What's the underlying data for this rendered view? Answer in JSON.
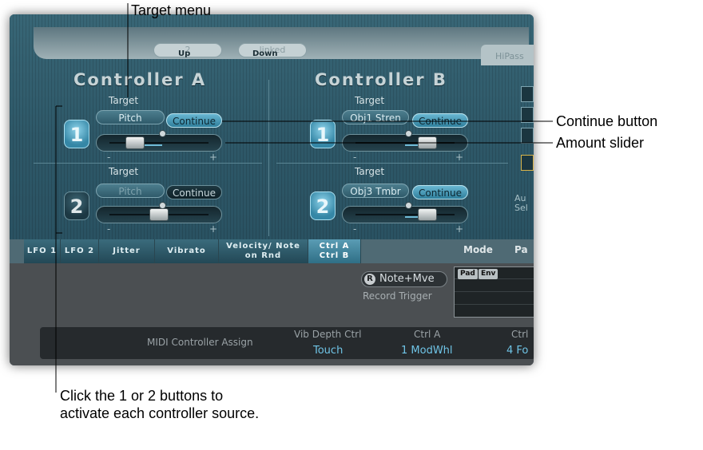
{
  "callouts": {
    "target_menu": "Target menu",
    "continue_button": "Continue button",
    "amount_slider": "Amount slider",
    "buttons_help": "Click the 1 or 2 buttons to activate each controller source."
  },
  "plugin": {
    "top_strip": {
      "field1": "2",
      "field2": "linked",
      "up": "Up",
      "down": "Down",
      "hipass": "HiPass"
    },
    "controller_a": {
      "title": "Controller A",
      "slot1": {
        "number": "1",
        "target_label": "Target",
        "target": "Pitch",
        "continue": "Continue",
        "active": true,
        "amount": 0.3
      },
      "slot2": {
        "number": "2",
        "target_label": "Target",
        "target": "Pitch",
        "continue": "Continue",
        "active": false,
        "amount": 0.5
      }
    },
    "controller_b": {
      "title": "Controller B",
      "slot1": {
        "number": "1",
        "target_label": "Target",
        "target": "Obj1 Stren",
        "continue": "Continue",
        "active": true,
        "amount": 0.7
      },
      "slot2": {
        "number": "2",
        "target_label": "Target",
        "target": "Obj3 Tmbr",
        "continue": "Continue",
        "active": true,
        "amount": 0.7
      }
    },
    "minus": "-",
    "plus": "+",
    "right_partial": {
      "au": "Au",
      "sel": "Sel"
    },
    "tabs": [
      "LFO 1",
      "LFO 2",
      "Jitter",
      "Vibrato",
      "Velocity/ Note on Rnd",
      "Ctrl A Ctrl B"
    ],
    "mode_label": "Mode",
    "pad_label": "Pa",
    "env_tags": [
      "Pad",
      "Env"
    ],
    "record_button": {
      "r": "R",
      "label": "Note+Mve"
    },
    "record_trigger": "Record Trigger",
    "midi": {
      "title": "MIDI Controller Assign",
      "columns": [
        {
          "header": "Vib Depth Ctrl",
          "value": "Touch"
        },
        {
          "header": "Ctrl A",
          "value": "1 ModWhl"
        },
        {
          "header": "Ctrl",
          "value": "4 Fo"
        }
      ]
    }
  }
}
